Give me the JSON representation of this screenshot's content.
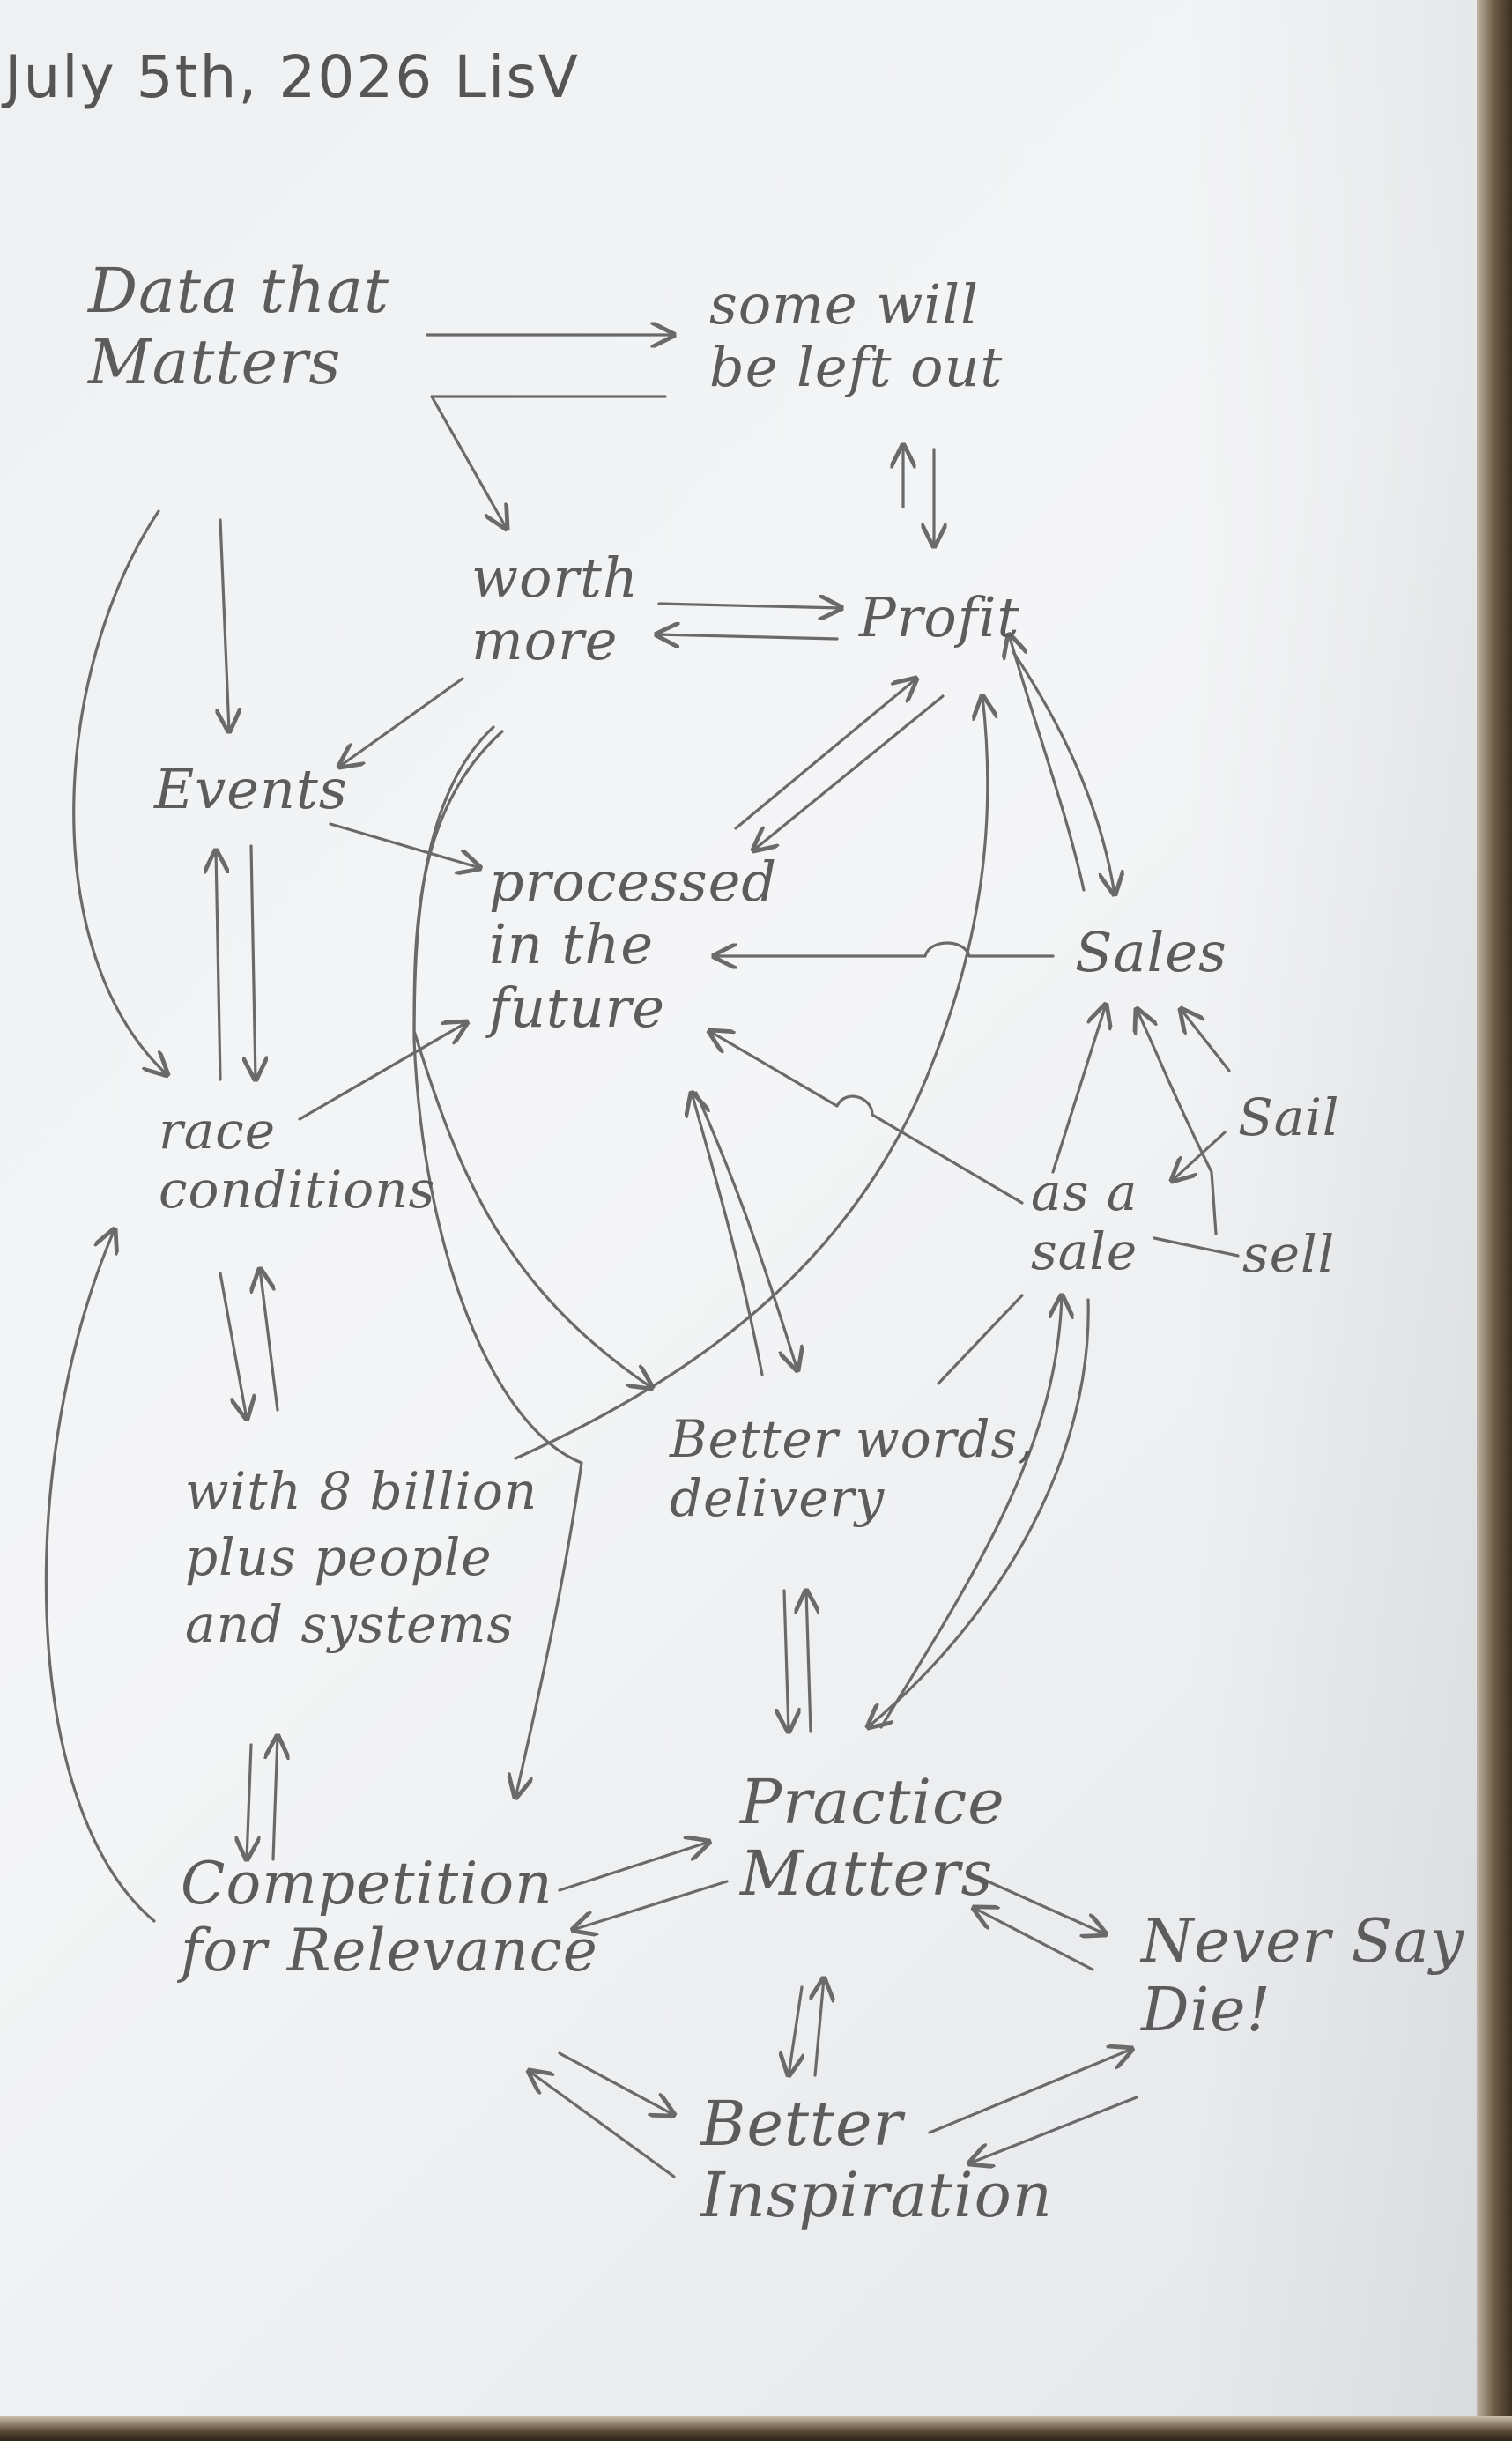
{
  "heading": "July 5th, 2026 LisV",
  "nodes": {
    "data_that_matters": "Data that\nMatters",
    "some_will_be_left_out": "some will\nbe left out",
    "worth_more": "worth\nmore",
    "profit": "Profit",
    "events": "Events",
    "processed_in_the_future": "processed\nin the\nfuture",
    "sales": "Sales",
    "race_conditions": "race\nconditions",
    "sail": "Sail",
    "as_a_sale": "as a\nsale",
    "sell": "sell",
    "with_8_billion": "with 8 billion\nplus people\nand systems",
    "better_words_delivery": "Better words,\ndelivery",
    "practice_matters": "Practice\nMatters",
    "never_say_die": "Never Say\nDie!",
    "competition_for_relevance": "Competition\nfor Relevance",
    "better_inspiration": "Better\nInspiration"
  },
  "edges": [
    {
      "from": "data_that_matters",
      "to": "some_will_be_left_out"
    },
    {
      "from": "some_will_be_left_out",
      "to": "worth_more"
    },
    {
      "from": "data_that_matters",
      "to": "events"
    },
    {
      "from": "data_that_matters",
      "to": "race_conditions"
    },
    {
      "from": "some_will_be_left_out",
      "to": "profit"
    },
    {
      "from": "profit",
      "to": "some_will_be_left_out"
    },
    {
      "from": "worth_more",
      "to": "profit"
    },
    {
      "from": "profit",
      "to": "worth_more"
    },
    {
      "from": "worth_more",
      "to": "events"
    },
    {
      "from": "worth_more",
      "to": "better_words_delivery"
    },
    {
      "from": "profit",
      "to": "processed_in_the_future"
    },
    {
      "from": "processed_in_the_future",
      "to": "profit"
    },
    {
      "from": "profit",
      "to": "sales"
    },
    {
      "from": "sales",
      "to": "profit"
    },
    {
      "from": "events",
      "to": "processed_in_the_future"
    },
    {
      "from": "events",
      "to": "race_conditions"
    },
    {
      "from": "race_conditions",
      "to": "events"
    },
    {
      "from": "race_conditions",
      "to": "processed_in_the_future"
    },
    {
      "from": "sales",
      "to": "processed_in_the_future"
    },
    {
      "from": "as_a_sale",
      "to": "sales"
    },
    {
      "from": "sail",
      "to": "sales"
    },
    {
      "from": "sell",
      "to": "sales"
    },
    {
      "from": "sell",
      "to": "as_a_sale"
    },
    {
      "from": "sail",
      "to": "as_a_sale"
    },
    {
      "from": "as_a_sale",
      "to": "processed_in_the_future"
    },
    {
      "from": "as_a_sale",
      "to": "better_words_delivery"
    },
    {
      "from": "processed_in_the_future",
      "to": "better_words_delivery"
    },
    {
      "from": "better_words_delivery",
      "to": "processed_in_the_future"
    },
    {
      "from": "race_conditions",
      "to": "with_8_billion"
    },
    {
      "from": "with_8_billion",
      "to": "race_conditions"
    },
    {
      "from": "with_8_billion",
      "to": "profit"
    },
    {
      "from": "worth_more",
      "to": "competition_for_relevance"
    },
    {
      "from": "with_8_billion",
      "to": "competition_for_relevance"
    },
    {
      "from": "competition_for_relevance",
      "to": "with_8_billion"
    },
    {
      "from": "competition_for_relevance",
      "to": "race_conditions"
    },
    {
      "from": "better_words_delivery",
      "to": "practice_matters"
    },
    {
      "from": "practice_matters",
      "to": "better_words_delivery"
    },
    {
      "from": "practice_matters",
      "to": "as_a_sale"
    },
    {
      "from": "as_a_sale",
      "to": "practice_matters"
    },
    {
      "from": "competition_for_relevance",
      "to": "practice_matters"
    },
    {
      "from": "practice_matters",
      "to": "competition_for_relevance"
    },
    {
      "from": "practice_matters",
      "to": "never_say_die"
    },
    {
      "from": "never_say_die",
      "to": "practice_matters"
    },
    {
      "from": "practice_matters",
      "to": "better_inspiration"
    },
    {
      "from": "better_inspiration",
      "to": "practice_matters"
    },
    {
      "from": "competition_for_relevance",
      "to": "better_inspiration"
    },
    {
      "from": "better_inspiration",
      "to": "competition_for_relevance"
    },
    {
      "from": "better_inspiration",
      "to": "never_say_die"
    },
    {
      "from": "never_say_die",
      "to": "better_inspiration"
    }
  ],
  "colors": {
    "ink": "#5c5c5c",
    "paper": "#eef0f2",
    "background": "#4a3b2c"
  }
}
